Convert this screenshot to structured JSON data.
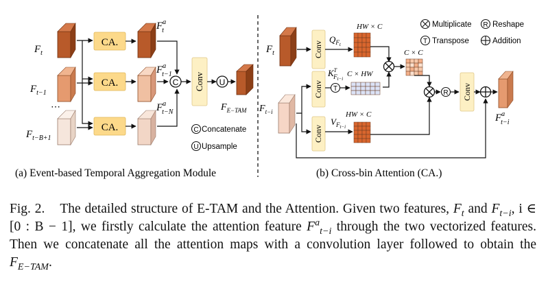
{
  "panel_a": {
    "caption": "(a) Event-based Temporal Aggregation Module",
    "ca_labels": [
      "CA.",
      "CA.",
      "CA."
    ],
    "conv_label": "Conv",
    "input_labels": [
      {
        "base": "F",
        "sub": "t"
      },
      {
        "base": "F",
        "sub": "t−1"
      },
      {
        "base": "F",
        "sub": "t−B+1"
      }
    ],
    "ellipsis": "⋯",
    "output_labels": [
      {
        "base": "F",
        "sup": "a",
        "sub": "t"
      },
      {
        "base": "F",
        "sup": "a",
        "sub": "t−1"
      },
      {
        "base": "F",
        "sup": "a",
        "sub": "t−N"
      }
    ],
    "concat_symbol": "C",
    "upsample_symbol": "U",
    "final_label": {
      "base": "F",
      "sub": "E−TAM"
    },
    "legend": [
      {
        "symbol": "C",
        "text": "Concatenate"
      },
      {
        "symbol": "U",
        "text": "Upsample"
      }
    ]
  },
  "panel_b": {
    "caption": "(b) Cross-bin Attention (CA.)",
    "conv_label": "Conv",
    "inputs": [
      {
        "base": "F",
        "sub": "t"
      },
      {
        "base": "F",
        "sub": "t−i"
      }
    ],
    "q_label": {
      "base": "Q",
      "sub": "F",
      "subsub": "t"
    },
    "k_label": {
      "base": "K",
      "sup": "T",
      "sub": "F",
      "subsub": "t−i"
    },
    "v_label": {
      "base": "V",
      "sub": "F",
      "subsub": "t−i"
    },
    "dims": [
      "HW × C",
      "C × HW",
      "C × C",
      "HW × C"
    ],
    "transpose_symbol": "T",
    "reshape_symbol": "R",
    "output_label": {
      "base": "F",
      "sup": "a",
      "sub": "t−i"
    },
    "legend": [
      {
        "icon": "multiply",
        "text": "Multiplicate"
      },
      {
        "icon": "reshape",
        "symbol": "R",
        "text": "Reshape"
      },
      {
        "icon": "transpose",
        "symbol": "T",
        "text": "Transpose"
      },
      {
        "icon": "add",
        "text": "Addition"
      }
    ]
  },
  "caption": {
    "label": "Fig. 2.",
    "text_1": "The detailed structure of E-TAM and the Attention. Given two features,",
    "math_ft": {
      "base": "F",
      "sub": "t"
    },
    "text_and": " and ",
    "math_fti": {
      "base": "F",
      "sub": "t−i"
    },
    "text_i_in": ", i ∈ [0 : B − 1]",
    "text_2": ", we firstly calculate the attention feature ",
    "math_fa": {
      "base": "F",
      "sup": "a",
      "sub": "t−i"
    },
    "text_3": "through the two vectorized features. Then we concatenate all the attention maps with a convolution layer followed to obtain the ",
    "math_etam": {
      "base": "F",
      "sub": "E−TAM"
    },
    "text_end": "."
  },
  "colors": {
    "ca_fill": "#fcd98a",
    "conv_fill": "#fdf0c4",
    "feat_dark": "#b85a2a",
    "feat_mid": "#e59a6f",
    "feat_light": "#f6cfb7",
    "feat_pale": "#f6e6dc",
    "matrix_dark": "#d9662e",
    "matrix_blue": "#dbe2f6",
    "dashed": "#333333"
  }
}
